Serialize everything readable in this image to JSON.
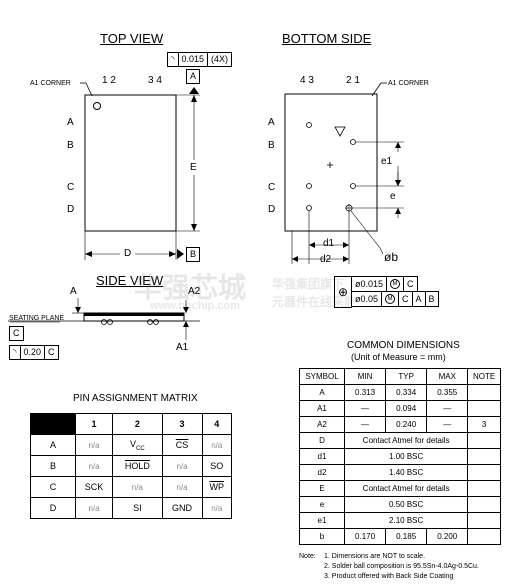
{
  "views": {
    "top_view_title": "TOP VIEW",
    "bottom_side_title": "BOTTOM SIDE",
    "side_view_title": "SIDE VIEW"
  },
  "top_view": {
    "a1_corner": "A1 CORNER",
    "col_labels_left": "1 2",
    "col_labels_right": "3 4",
    "rows": [
      "A",
      "B",
      "C",
      "D"
    ],
    "dim_e": "E",
    "dim_d": "D",
    "flatness_value": "0.015",
    "flatness_count": "(4X)",
    "datum_a": "A",
    "datum_b": "B"
  },
  "bottom_view": {
    "col_labels_left": "4 3",
    "col_labels_right": "2 1",
    "a1_corner": "A1 CORNER",
    "rows": [
      "A",
      "B",
      "C",
      "D"
    ],
    "dim_e1": "e1",
    "dim_e": "e",
    "dim_d1": "d1",
    "dim_d2": "d2",
    "dim_b": "øb",
    "fcf1": {
      "dia": "ø0.015",
      "mod": "M",
      "datum": "C"
    },
    "fcf2": {
      "dia": "ø0.05",
      "mod": "M",
      "datums": [
        "C",
        "A",
        "B"
      ]
    }
  },
  "side_view": {
    "seating_plane": "SEATING PLANE",
    "dim_a": "A",
    "dim_a1": "A1",
    "dim_a2": "A2",
    "datum_c": "C",
    "flatness_value": "0.20",
    "flatness_datum": "C"
  },
  "watermark": {
    "line1": "华强芯城",
    "line2": "www.hqchip.com",
    "line3": "华强集团旗下",
    "line4": "元器件在线采购"
  },
  "pin_matrix": {
    "title": "PIN ASSIGNMENT MATRIX",
    "columns": [
      "1",
      "2",
      "3",
      "4"
    ],
    "rows": [
      {
        "label": "A",
        "cells": [
          "n/a",
          "VCC",
          "CS",
          "n/a"
        ]
      },
      {
        "label": "B",
        "cells": [
          "n/a",
          "HOLD",
          "n/a",
          "SO"
        ]
      },
      {
        "label": "C",
        "cells": [
          "SCK",
          "n/a",
          "n/a",
          "WP"
        ]
      },
      {
        "label": "D",
        "cells": [
          "n/a",
          "SI",
          "GND",
          "n/a"
        ]
      }
    ],
    "vcc_main": "V",
    "vcc_sub": "CC"
  },
  "common_dims": {
    "title": "COMMON DIMENSIONS",
    "subtitle": "(Unit of Measure = mm)",
    "headers": [
      "SYMBOL",
      "MIN",
      "TYP",
      "MAX",
      "NOTE"
    ],
    "rows": [
      {
        "symbol": "A",
        "min": "0.313",
        "typ": "0.334",
        "max": "0.355",
        "note": ""
      },
      {
        "symbol": "A1",
        "min": "—",
        "typ": "0.094",
        "max": "—",
        "note": ""
      },
      {
        "symbol": "A2",
        "min": "—",
        "typ": "0.240",
        "max": "—",
        "note": "3"
      },
      {
        "symbol": "D",
        "span": "Contact Atmel for details",
        "note": ""
      },
      {
        "symbol": "d1",
        "span": "1.00 BSC",
        "note": ""
      },
      {
        "symbol": "d2",
        "span": "1.40 BSC",
        "note": ""
      },
      {
        "symbol": "E",
        "span": "Contact Atmel for details",
        "note": ""
      },
      {
        "symbol": "e",
        "span": "0.50 BSC",
        "note": ""
      },
      {
        "symbol": "e1",
        "span": "2.10 BSC",
        "note": ""
      },
      {
        "symbol": "b",
        "min": "0.170",
        "typ": "0.185",
        "max": "0.200",
        "note": ""
      }
    ]
  },
  "notes": {
    "heading": "Note:",
    "items": [
      "1. Dimensions are NOT to scale.",
      "2. Solder ball composition is 95.5Sn-4.0Ag-0.5Cu.",
      "3. Product offered with Back Side Coating"
    ]
  }
}
